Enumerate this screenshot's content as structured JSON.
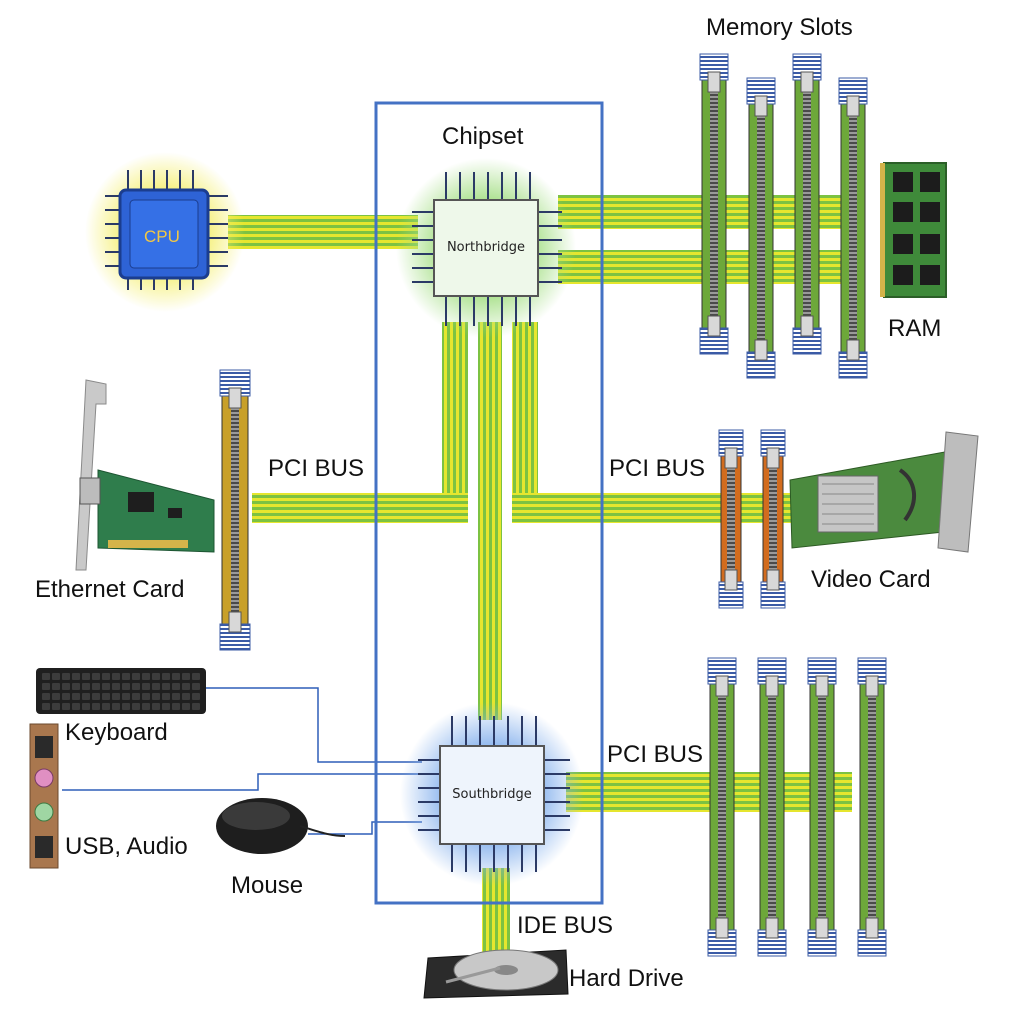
{
  "labels": {
    "memory_slots": "Memory Slots",
    "chipset": "Chipset",
    "cpu": "CPU",
    "northbridge": "Northbridge",
    "southbridge": "Southbridge",
    "ram": "RAM",
    "pci_bus_left": "PCI BUS",
    "pci_bus_right": "PCI BUS",
    "pci_bus_bottom": "PCI BUS",
    "ethernet_card": "Ethernet Card",
    "video_card": "Video Card",
    "keyboard": "Keyboard",
    "usb_audio": "USB, Audio",
    "mouse": "Mouse",
    "ide_bus": "IDE BUS",
    "hard_drive": "Hard Drive"
  },
  "colors": {
    "chipset_border": "#4472C4",
    "bus_yellow": "#E6E62E",
    "bus_green": "#7CC242",
    "slot_green": "#6DA83A",
    "slot_orange": "#D26C1E",
    "slot_gold": "#C8A02A",
    "slot_cap": "#3B5BA6",
    "cpu_blue": "#2E63D6",
    "cpu_text": "#F2C744",
    "wire_blue": "#2F5FB8"
  },
  "icons": [
    "cpu-icon",
    "northbridge-chip-icon",
    "southbridge-chip-icon",
    "ram-module-icon",
    "ethernet-card-icon",
    "video-card-icon",
    "keyboard-icon",
    "usb-audio-port-icon",
    "mouse-icon",
    "hard-drive-icon"
  ]
}
